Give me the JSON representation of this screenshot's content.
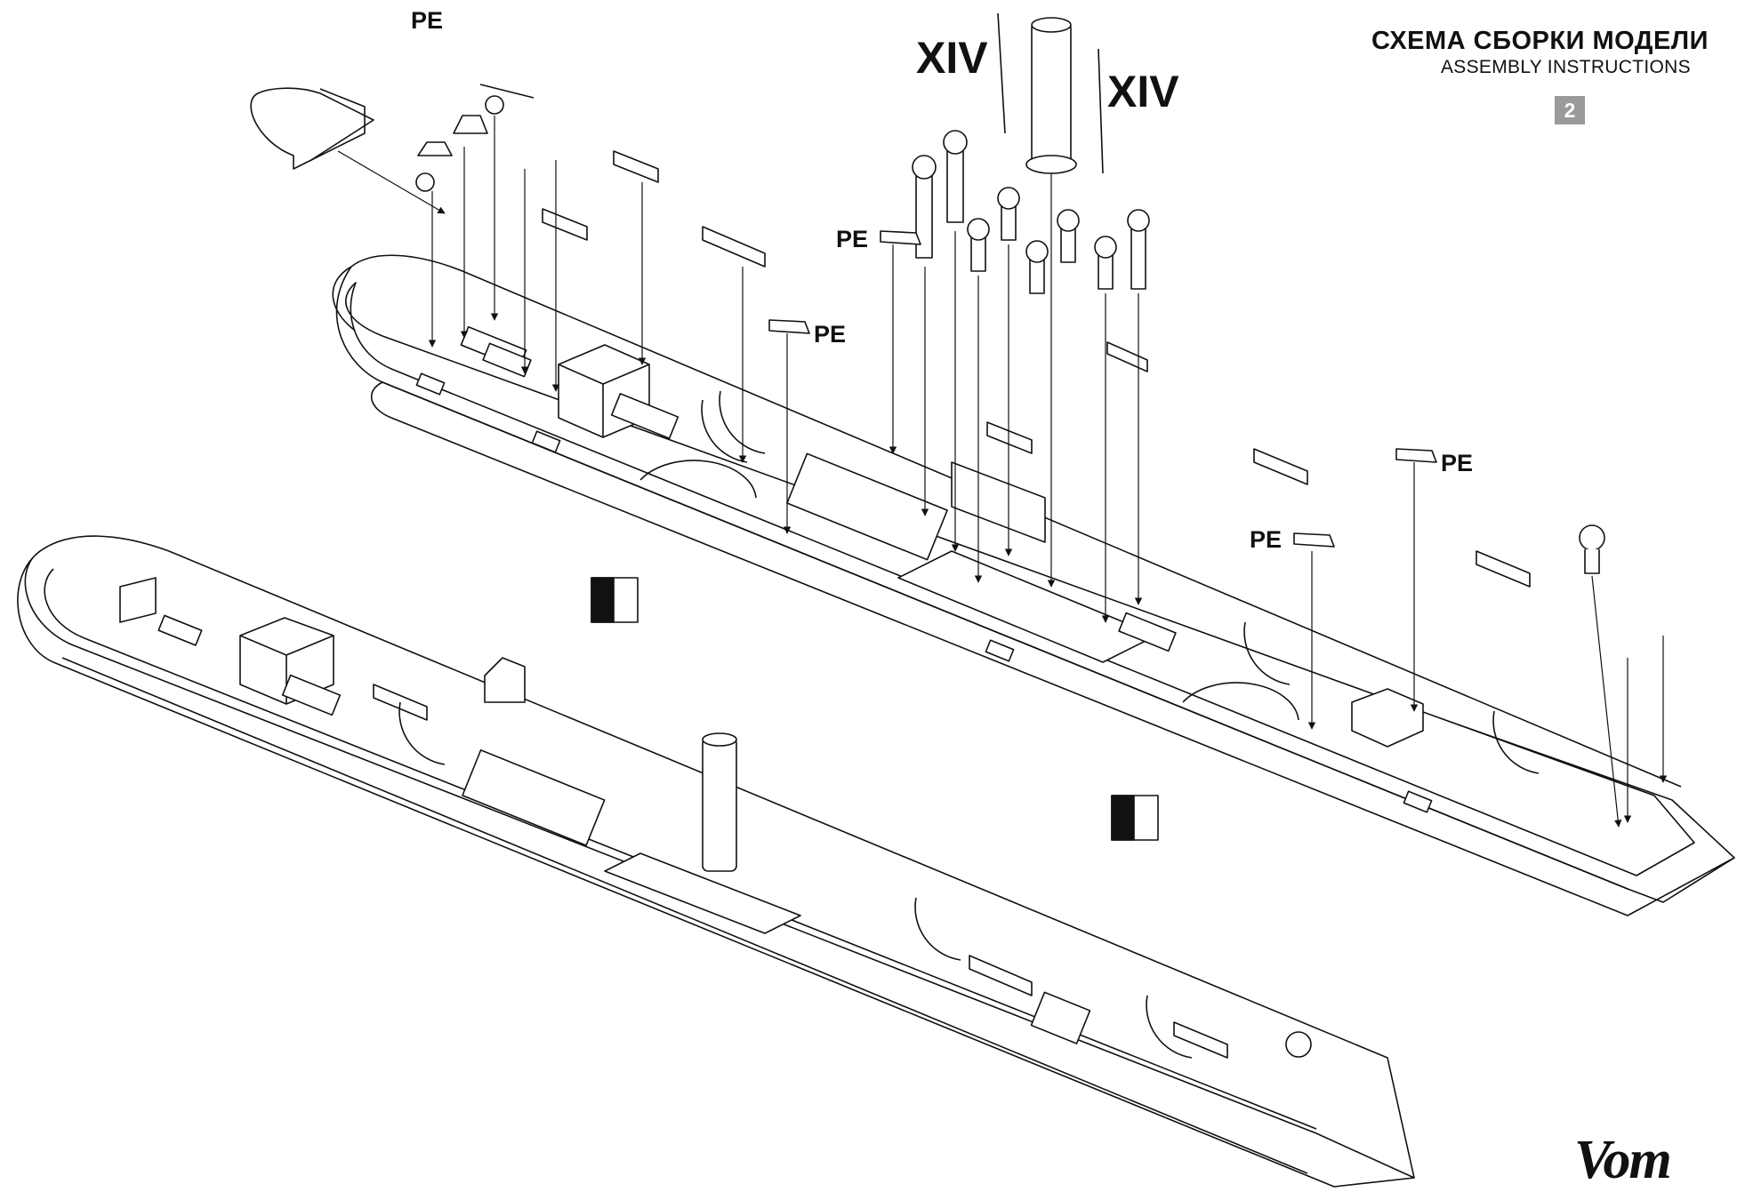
{
  "header": {
    "title_ru": "СХЕМА СБОРКИ МОДЕЛИ",
    "title_en": "ASSEMBLY INSTRUCTIONS",
    "step_number": "2"
  },
  "labels": {
    "pe": "PE",
    "part_xiv": "XIV"
  },
  "brand": {
    "logo_text": "Vom"
  },
  "colors": {
    "line": "#111111",
    "badge": "#9a9a9a",
    "fill": "#ffffff"
  }
}
